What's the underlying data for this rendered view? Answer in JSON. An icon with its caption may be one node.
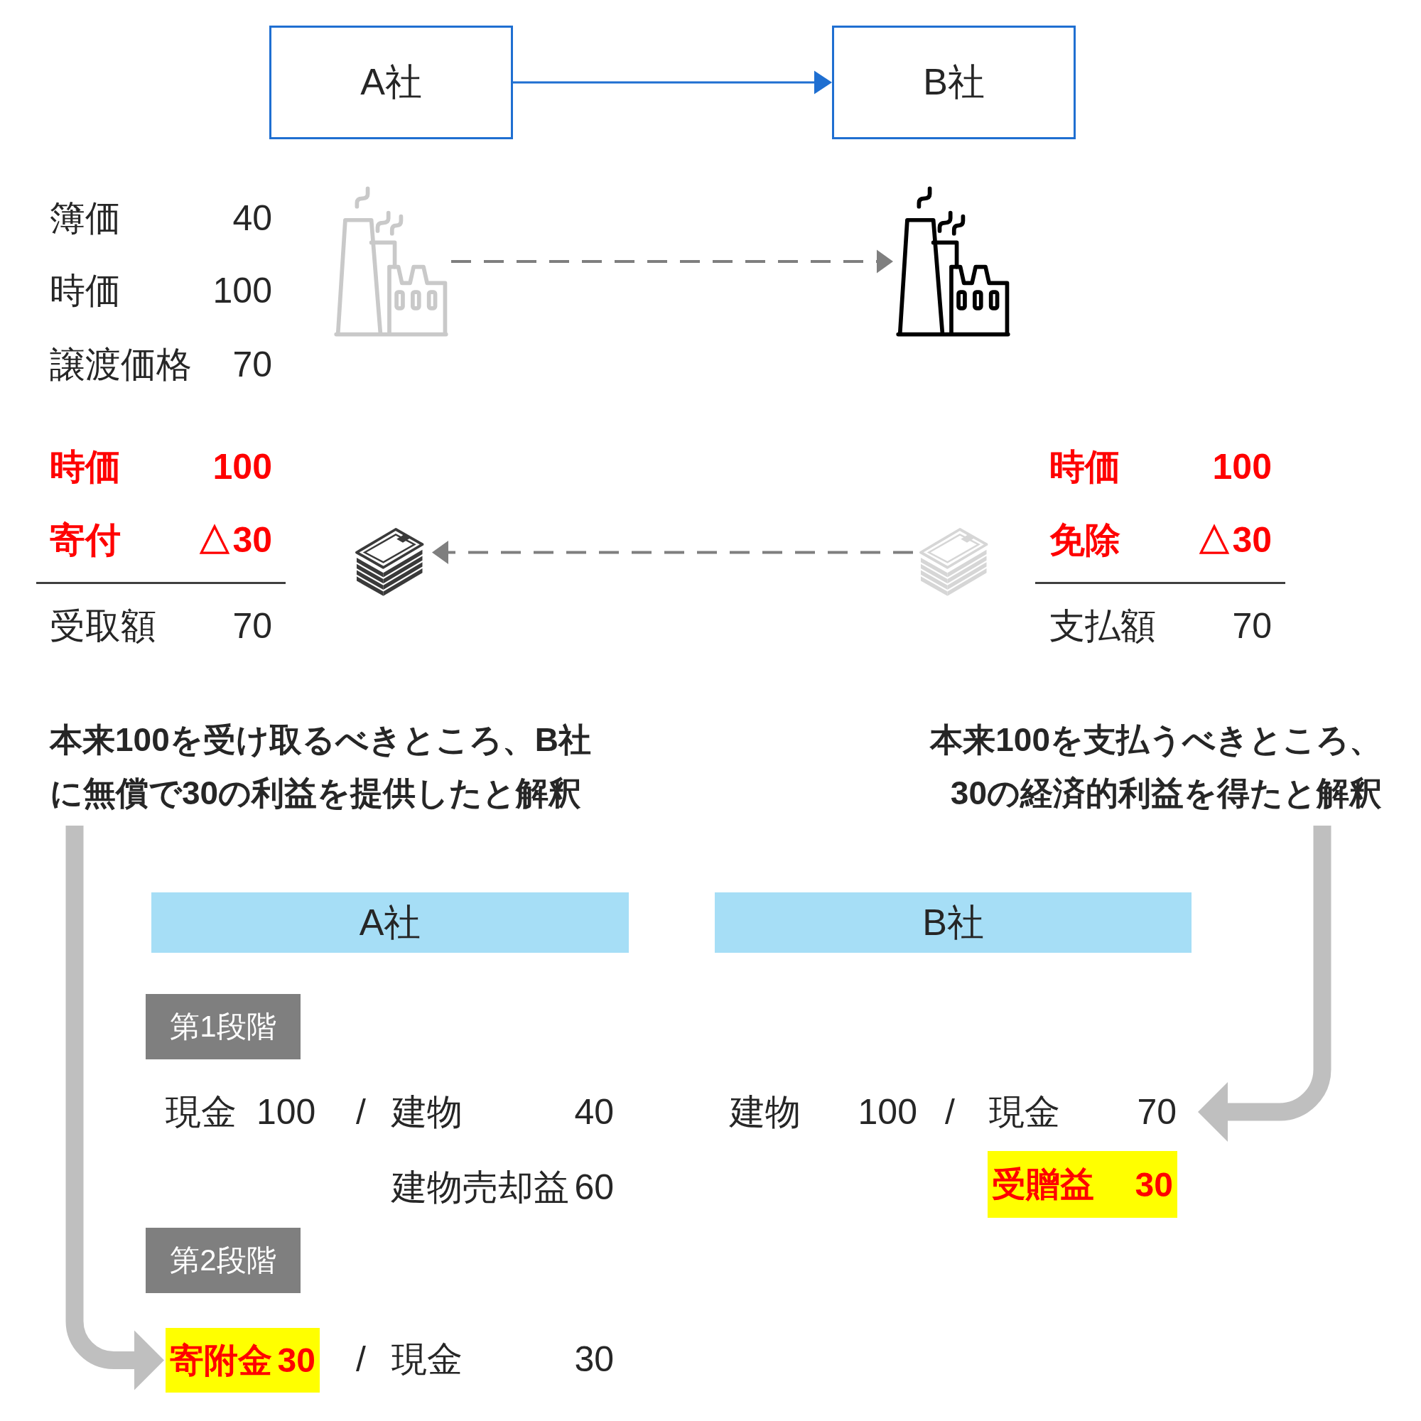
{
  "diagram": {
    "nodes": [
      {
        "text": [
          "A社"
        ]
      },
      {
        "text": [
          "B社"
        ]
      },
      {
        "text": [],
        "shape": "picture"
      },
      {
        "text": [],
        "shape": "picture"
      },
      {
        "text": [],
        "shape": "picture"
      },
      {
        "text": [],
        "shape": "picture"
      },
      {
        "text": [
          "本来100を受け取るべきところ、B社に無償で30の利益を提供したと解釈"
        ]
      },
      {
        "text": [
          "本来100を支払うべきところ、30の経済的利益を得たと解釈"
        ]
      },
      {
        "text": [
          "A社"
        ]
      },
      {
        "text": [
          "B社"
        ]
      },
      {
        "text": [
          "第1段階"
        ]
      },
      {
        "text": [
          "70"
        ]
      },
      {
        "text": [
          "受贈益",
          "30"
        ]
      },
      {
        "text": [
          "第2段階"
        ]
      },
      {
        "text": [
          "寄附金",
          "30"
        ]
      }
    ],
    "edges": [
      {
        "from": 0,
        "to": 1,
        "arrow": "to",
        "color": "#1f6fd1"
      },
      {
        "from": 2,
        "to": 3,
        "arrow": "to",
        "style": "dashed",
        "color": "#7f7f7f"
      },
      {
        "from": 5,
        "to": 4,
        "arrow": "to",
        "style": "dashed",
        "color": "#7f7f7f"
      },
      {
        "from": 6,
        "to": 14,
        "arrow": "to",
        "style": "thick",
        "color": "#bfbfbf"
      },
      {
        "from": 7,
        "to": 11,
        "arrow": "to",
        "style": "thick",
        "color": "#bfbfbf"
      }
    ],
    "labels": [
      "簿価",
      "40",
      "時価",
      "100",
      "譲渡価格",
      "70",
      "時価",
      "100",
      "時価",
      "100",
      "寄付",
      "△30",
      "免除",
      "△30",
      "受取額",
      "70",
      "支払額",
      "70",
      "現金",
      "100",
      "/",
      "建物",
      "40",
      "建物",
      "100",
      "/",
      "現金",
      "建物売却益",
      "60",
      "/",
      "現金",
      "30"
    ]
  }
}
